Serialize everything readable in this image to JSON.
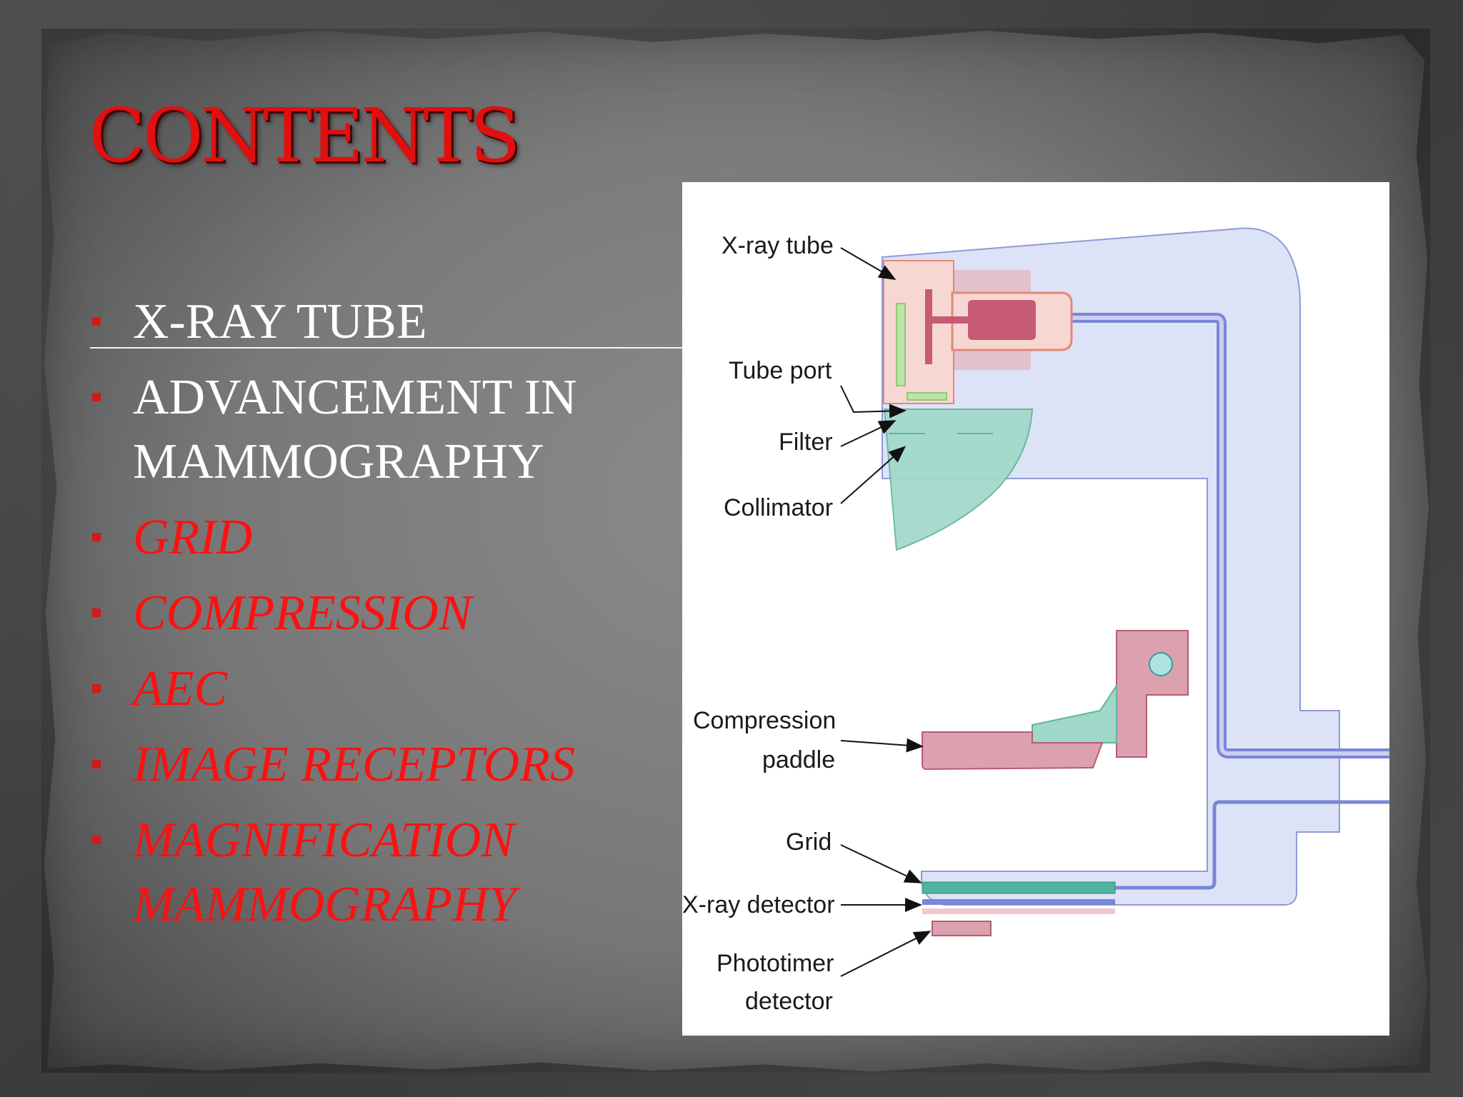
{
  "slide": {
    "title": "CONTENTS",
    "bullets": [
      {
        "lines": [
          "X-RAY TUBE"
        ],
        "color": "#ffffff",
        "italic": false
      },
      {
        "lines": [
          "ADVANCEMENT IN",
          "MAMMOGRAPHY"
        ],
        "color": "#ffffff",
        "italic": false
      },
      {
        "lines": [
          "GRID"
        ],
        "color": "#ff1010",
        "italic": true
      },
      {
        "lines": [
          "COMPRESSION"
        ],
        "color": "#ff1010",
        "italic": true
      },
      {
        "lines": [
          "AEC"
        ],
        "color": "#ff1010",
        "italic": true
      },
      {
        "lines": [
          "IMAGE RECEPTORS"
        ],
        "color": "#ff1010",
        "italic": true
      },
      {
        "lines": [
          "MAGNIFICATION",
          "MAMMOGRAPHY"
        ],
        "color": "#ff1010",
        "italic": true
      }
    ]
  },
  "diagram": {
    "labels": {
      "xray_tube": "X-ray tube",
      "tube_port": "Tube port",
      "filter": "Filter",
      "collimator": "Collimator",
      "compression_1": "Compression",
      "compression_2": "paddle",
      "grid": "Grid",
      "xray_detector": "X-ray detector",
      "phototimer_1": "Phototimer",
      "phototimer_2": "detector"
    },
    "colors": {
      "housing": "#dde3f6",
      "housing_stroke": "#8f9ad6",
      "tube": "#f7d7d2",
      "tube_stroke": "#e48779",
      "anode_parts": "#c75a74",
      "filter_collimator": "#9fd8c8",
      "paddle": "#dba1ae",
      "detector_blue": "#7a86d6"
    }
  }
}
